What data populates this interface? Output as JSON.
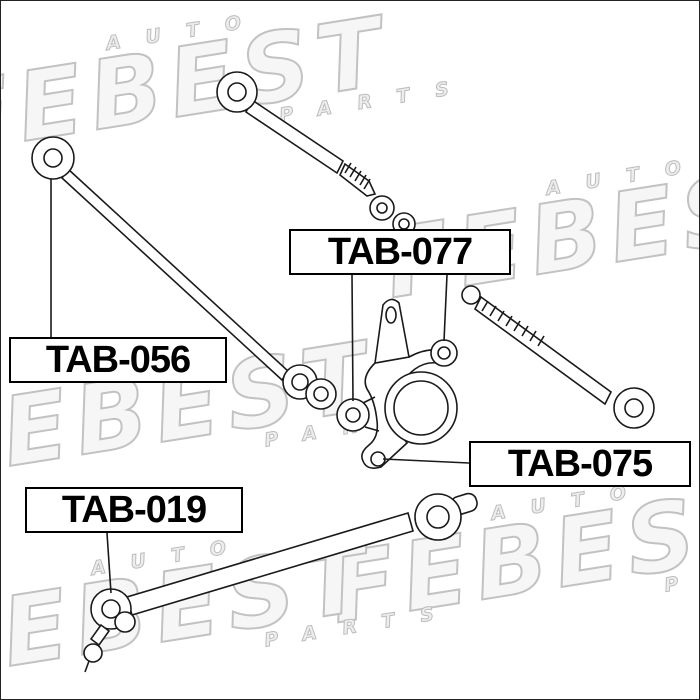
{
  "diagram": {
    "labels": [
      {
        "text": "TAB-077"
      },
      {
        "text": "TAB-056"
      },
      {
        "text": "TAB-075"
      },
      {
        "text": "TAB-019"
      }
    ]
  },
  "watermark": {
    "brand": "FEBEST",
    "word_auto": "AUTO",
    "word_parts": "PARTS"
  }
}
